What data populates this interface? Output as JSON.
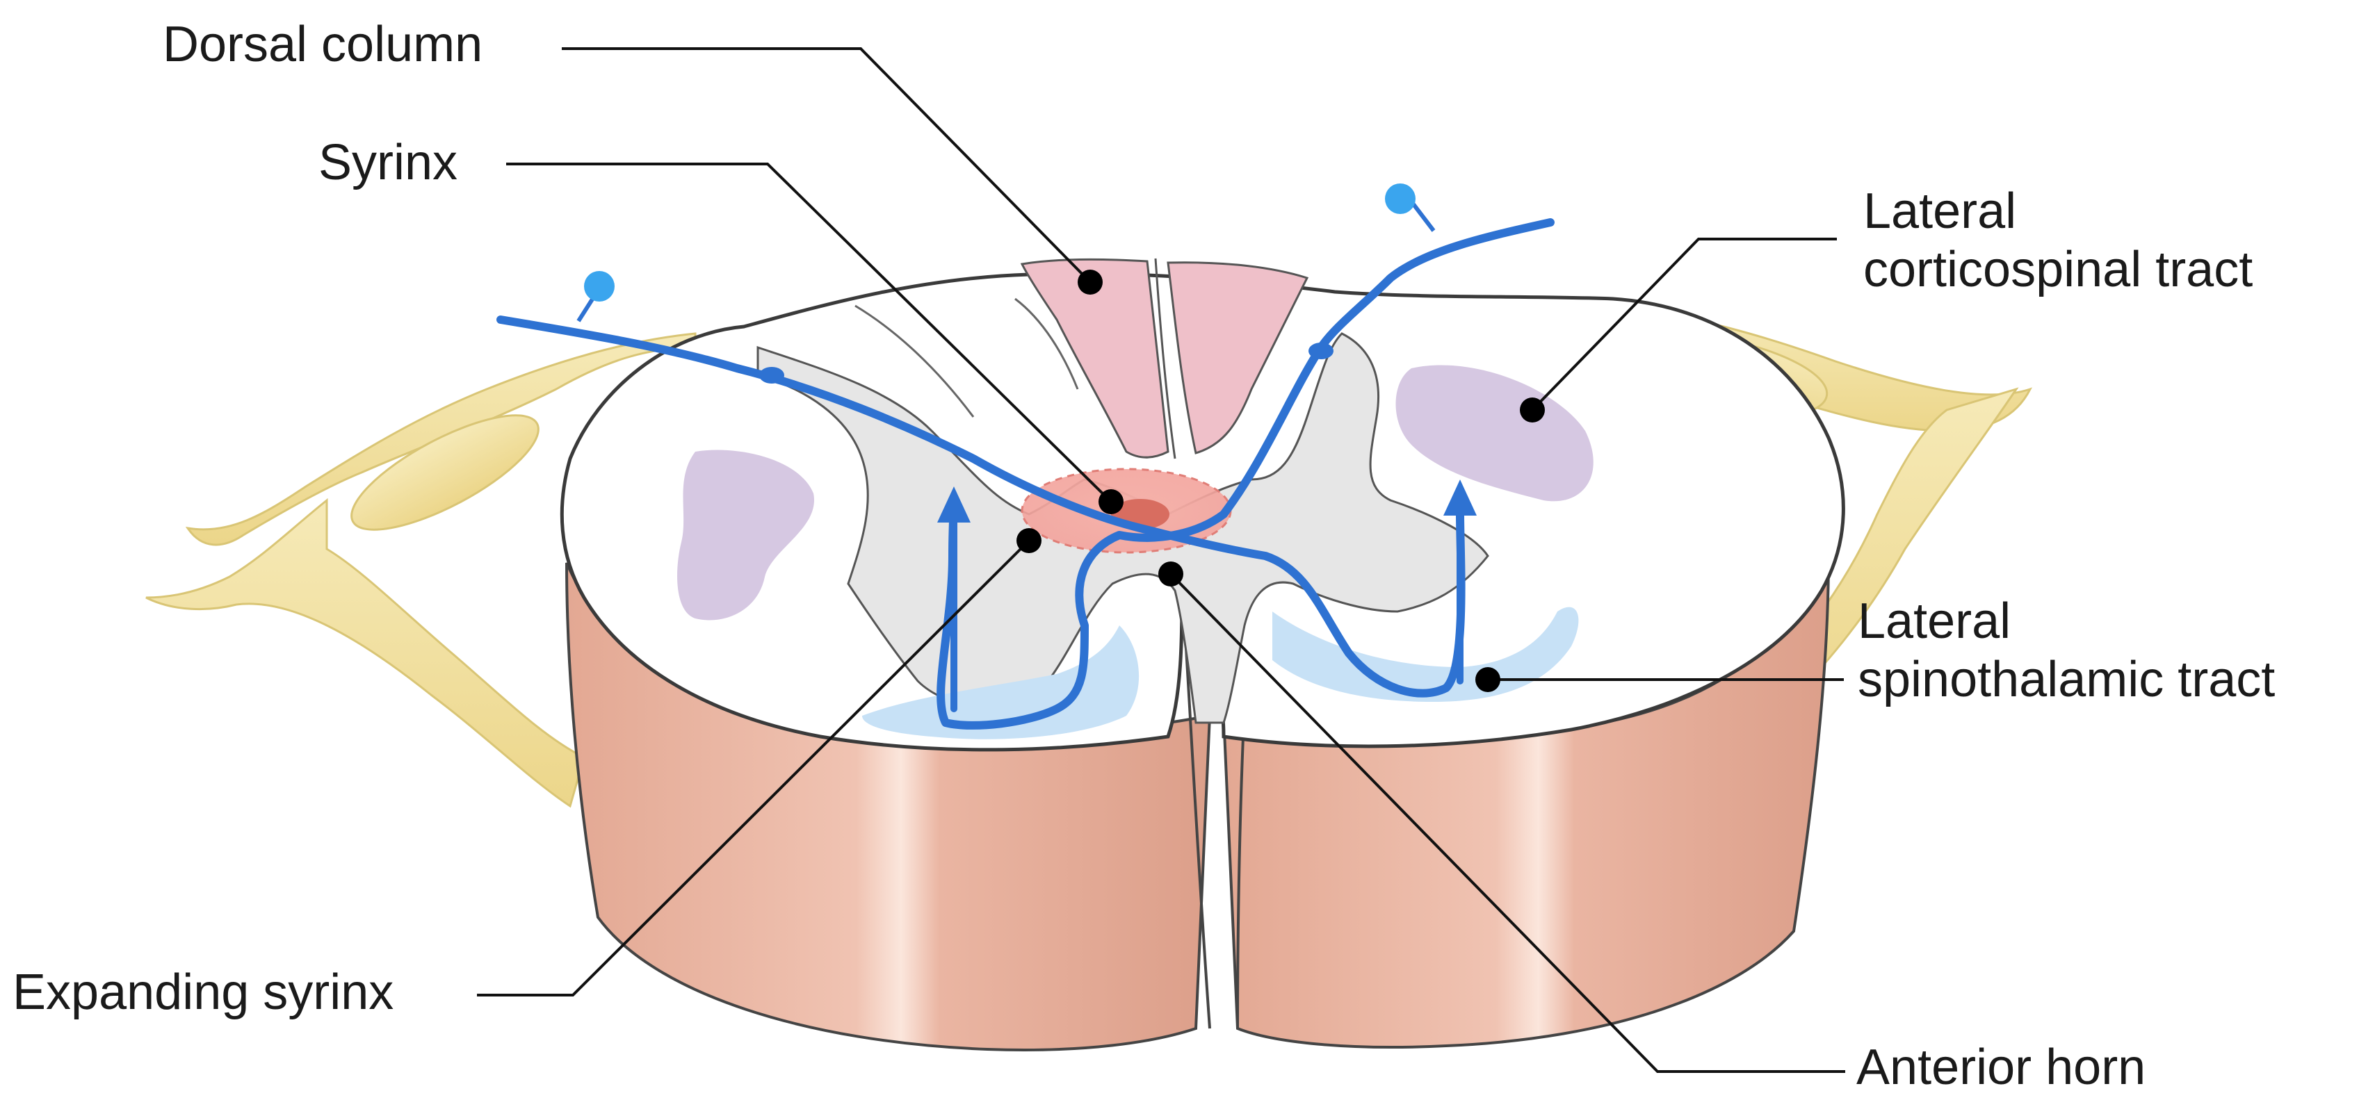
{
  "labels": {
    "dorsal_column": "Dorsal column",
    "syrinx": "Syrinx",
    "lateral_corticospinal_line1": "Lateral",
    "lateral_corticospinal_line2": "corticospinal tract",
    "lateral_spinothalamic_line1": "Lateral",
    "lateral_spinothalamic_line2": "spinothalamic tract",
    "expanding_syrinx": "Expanding syrinx",
    "anterior_horn": "Anterior horn"
  },
  "colors": {
    "white_matter": "#ffffff",
    "gray_matter": "#e6e6e6",
    "side_surface": "#edbba9",
    "side_shadow": "#d99e8a",
    "dorsal_column": "#efc0c9",
    "corticospinal_tract": "#d6c8e2",
    "spinothalamic_tract": "#c7e1f6",
    "syrinx": "#f2a6a0",
    "syrinx_core": "#d86d60",
    "nerve_root": "#f3e2a0",
    "nerve_root_outline": "#d9c575",
    "neuron_path": "#2e72d2",
    "receptor": "#3aa5ee",
    "leader_line": "#111111"
  },
  "icons": {
    "sensory_receptor_left": "receptor-icon",
    "sensory_receptor_right": "receptor-icon",
    "label_pointer": "pointer-dot-icon"
  }
}
